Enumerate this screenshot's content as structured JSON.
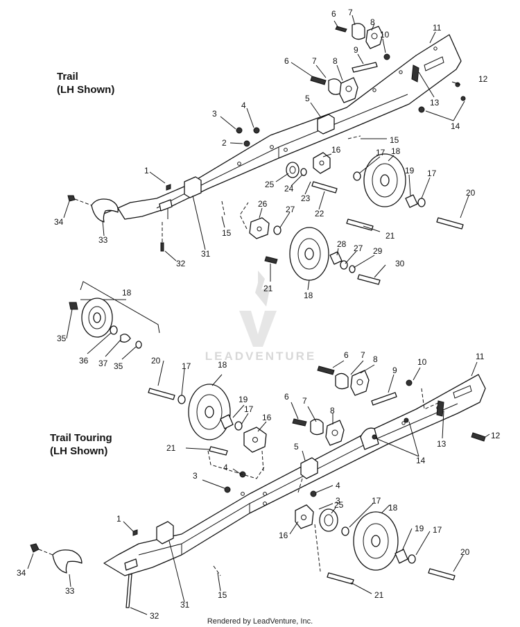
{
  "titles": {
    "trail_line1": "Trail",
    "trail_line2": "(LH Shown)",
    "touring_line1": "Trail Touring",
    "touring_line2": "(LH Shown)"
  },
  "watermark": "LEADVENTURE",
  "footer": "Rendered by LeadVenture, Inc.",
  "callouts_top": [
    "6",
    "7",
    "8",
    "10",
    "11",
    "9",
    "6",
    "7",
    "8",
    "12",
    "13",
    "14",
    "5",
    "3",
    "4",
    "2",
    "15",
    "16",
    "17",
    "18",
    "1",
    "25",
    "24",
    "23",
    "19",
    "17",
    "20",
    "22",
    "34",
    "33",
    "26",
    "27",
    "15",
    "31",
    "21",
    "28",
    "27",
    "29",
    "30",
    "32",
    "21",
    "18"
  ],
  "callouts_bottom": [
    "18",
    "35",
    "36",
    "37",
    "35",
    "20",
    "17",
    "18",
    "6",
    "7",
    "8",
    "9",
    "10",
    "11",
    "19",
    "17",
    "6",
    "7",
    "8",
    "16",
    "21",
    "13",
    "12",
    "14",
    "5",
    "4",
    "3",
    "4",
    "3",
    "25",
    "17",
    "18",
    "1",
    "16",
    "19",
    "17",
    "20",
    "34",
    "33",
    "15",
    "21",
    "31",
    "32"
  ]
}
